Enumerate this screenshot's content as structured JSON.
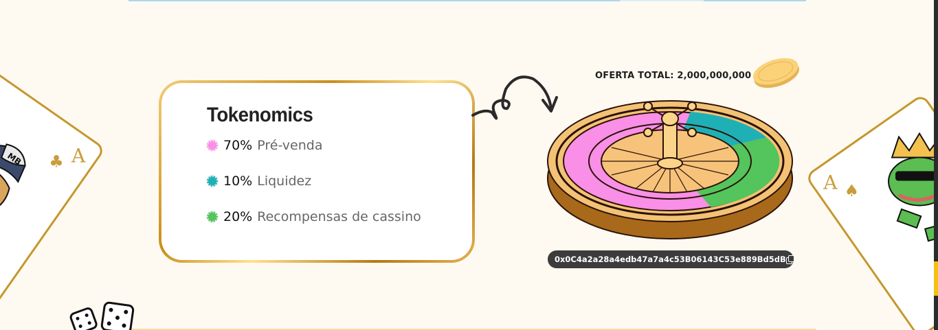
{
  "tokenomics": {
    "title": "Tokenomics",
    "allocations": [
      {
        "percent": "70%",
        "label": "Pré-venda",
        "color": "#f98fe6",
        "icon": "chip-icon-pink"
      },
      {
        "percent": "10%",
        "label": "Liquidez",
        "color": "#1fb0b6",
        "icon": "chip-icon-teal"
      },
      {
        "percent": "20%",
        "label": "Recompensas de cassino",
        "color": "#54c45c",
        "icon": "chip-icon-green"
      }
    ]
  },
  "supply": {
    "label": "OFERTA TOTAL: 2,000,000,000"
  },
  "contract": {
    "address": "0x0C4a2a28a4edb47a7a4c53B06143C53e889Bd5dB",
    "copy_icon": "copy-icon"
  },
  "cards": {
    "left": {
      "rank": "A",
      "suit": "♣",
      "character": "dog-with-mb-cap"
    },
    "right": {
      "rank": "A",
      "suit": "♠",
      "character": "frog-with-crown"
    }
  },
  "colors": {
    "background": "#fffaf1",
    "gold": "#c4972d",
    "pink": "#f98fe6",
    "teal": "#1fb0b6",
    "green": "#54c45c",
    "scroll_thumb": "#f4c10f"
  }
}
